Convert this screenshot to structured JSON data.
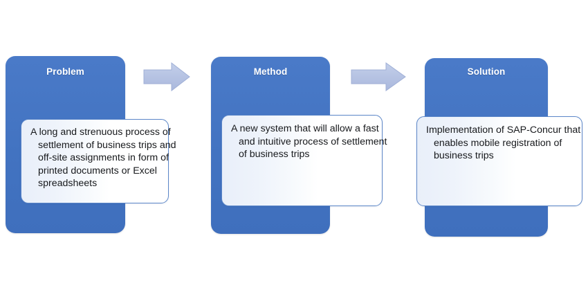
{
  "diagram": {
    "type": "process-flow",
    "orientation": "horizontal",
    "colors": {
      "panel_blue": "#4472C4",
      "panel_blue_light": "#4A7AC8",
      "arrow_fill": "#B4C2E2",
      "arrow_border": "#9FAFD6",
      "card_border": "#5B86C8",
      "card_gradient_start": "#E9EFF9",
      "card_gradient_end": "#FFFFFF",
      "title_text": "#FFFFFF",
      "body_text": "#17191C",
      "background": "#FFFFFF"
    },
    "stages": [
      {
        "id": "problem",
        "title": "Problem",
        "body": "A long and strenuous process of settlement of business trips and off-site assignments in form of printed documents or Excel spreadsheets"
      },
      {
        "id": "method",
        "title": "Method",
        "body": "A new system that will allow a fast and intuitive process of settlement of business trips"
      },
      {
        "id": "solution",
        "title": "Solution",
        "body": "Implementation of SAP-Concur that enables mobile registration of business trips"
      }
    ],
    "connectors": [
      {
        "id": "arrow-problem-to-method",
        "icon": "right-arrow-icon",
        "from": "problem",
        "to": "method"
      },
      {
        "id": "arrow-method-to-solution",
        "icon": "right-arrow-icon",
        "from": "method",
        "to": "solution"
      }
    ]
  }
}
